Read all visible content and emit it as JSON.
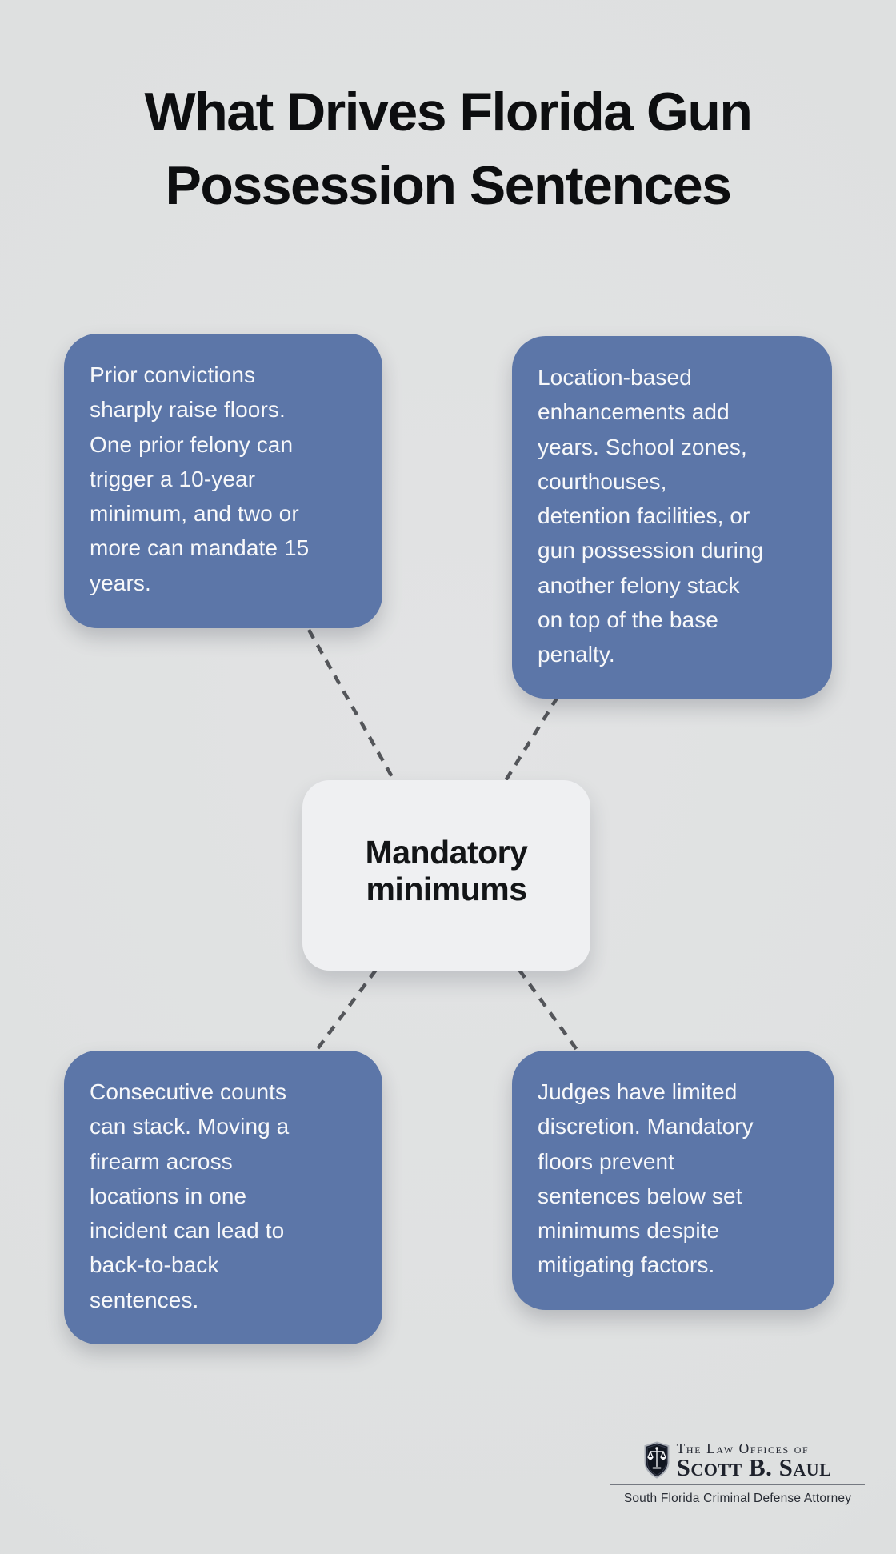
{
  "title": "What Drives Florida Gun\nPossession Sentences",
  "center_node": {
    "label": "Mandatory\nminimums"
  },
  "cards": [
    {
      "id": "prior-convictions",
      "position": "top-left",
      "text": "Prior convictions\nsharply raise floors.\nOne prior felony can\ntrigger a 10-year\nminimum, and two or\nmore can mandate 15\nyears."
    },
    {
      "id": "location-enhancements",
      "position": "top-right",
      "text": "Location-based\nenhancements add\nyears. School zones,\ncourthouses,\ndetention facilities, or\ngun possession during\nanother felony stack\non top of the base\npenalty."
    },
    {
      "id": "consecutive-counts",
      "position": "bottom-left",
      "text": "Consecutive counts\ncan stack. Moving a\nfirearm across\nlocations in one\nincident can lead to\nback-to-back\nsentences."
    },
    {
      "id": "judicial-discretion",
      "position": "bottom-right",
      "text": "Judges have limited\ndiscretion. Mandatory\nfloors prevent\nsentences below set\nminimums despite\nmitigating factors."
    }
  ],
  "connections": [
    {
      "from": "mandatory-minimums",
      "to": "prior-convictions",
      "style": "dashed"
    },
    {
      "from": "mandatory-minimums",
      "to": "location-enhancements",
      "style": "dashed"
    },
    {
      "from": "mandatory-minimums",
      "to": "consecutive-counts",
      "style": "dashed"
    },
    {
      "from": "mandatory-minimums",
      "to": "judicial-discretion",
      "style": "dashed"
    }
  ],
  "footer": {
    "logo": {
      "icon": "scales-of-justice-shield-icon",
      "line1": "The Law Offices of",
      "line2": "Scott B. Saul",
      "tagline": "South Florida Criminal Defense Attorney"
    }
  },
  "colors": {
    "background": "#dee0e0",
    "card_blue": "#5c76a8",
    "card_text": "#f7f8fa",
    "center_node_bg": "#eff0f2",
    "connector_gray": "#54565a",
    "title_text": "#0d0e10",
    "logo_text": "#1e222c",
    "shield_fill": "#171c2a"
  }
}
